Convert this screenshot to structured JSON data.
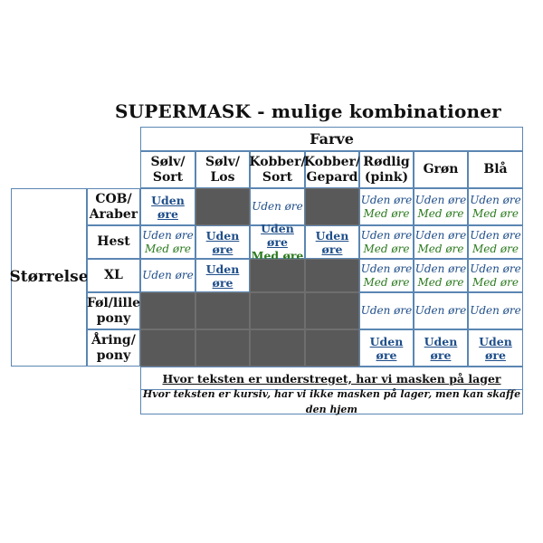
{
  "title": "SUPERMASK - mulige kombinationer",
  "farve_label": "Farve",
  "storrelse_label": "Størrelse",
  "colors": [
    "Sølv/\nSort",
    "Sølv/\nLos",
    "Kobber/\nSort",
    "Kobber/\nGepard",
    "Rødlig\n(pink)",
    "Grøn",
    "Blå"
  ],
  "sizes": [
    "COB/\nAraber",
    "Hest",
    "XL",
    "Føl/lille\npony",
    "Åring/\npony"
  ],
  "legend": {
    "underline": "Hvor teksten er understreget, har vi masken på lager",
    "italic": "Hvor teksten er kursiv, har vi ikke masken på lager, men kan skaffe den hjem"
  },
  "grid": [
    [
      {
        "type": "stock",
        "lines": [
          {
            "text": "Uden øre",
            "color": "blue"
          }
        ]
      },
      {
        "type": "na"
      },
      {
        "type": "order",
        "lines": [
          {
            "text": "Uden øre",
            "color": "blue"
          }
        ]
      },
      {
        "type": "na"
      },
      {
        "type": "order",
        "lines": [
          {
            "text": "Uden øre",
            "color": "blue"
          },
          {
            "text": "Med øre",
            "color": "green"
          }
        ]
      },
      {
        "type": "order",
        "lines": [
          {
            "text": "Uden øre",
            "color": "blue"
          },
          {
            "text": "Med øre",
            "color": "green"
          }
        ]
      },
      {
        "type": "order",
        "lines": [
          {
            "text": "Uden øre",
            "color": "blue"
          },
          {
            "text": "Med øre",
            "color": "green"
          }
        ]
      }
    ],
    [
      {
        "type": "order",
        "lines": [
          {
            "text": "Uden øre",
            "color": "blue"
          },
          {
            "text": "Med øre",
            "color": "green"
          }
        ]
      },
      {
        "type": "stock",
        "lines": [
          {
            "text": "Uden øre",
            "color": "blue"
          }
        ]
      },
      {
        "type": "stock",
        "lines": [
          {
            "text": "Uden øre",
            "color": "blue"
          },
          {
            "text": "Med øre",
            "color": "green"
          }
        ]
      },
      {
        "type": "stock",
        "lines": [
          {
            "text": "Uden øre",
            "color": "blue"
          }
        ]
      },
      {
        "type": "order",
        "lines": [
          {
            "text": "Uden øre",
            "color": "blue"
          },
          {
            "text": "Med øre",
            "color": "green"
          }
        ]
      },
      {
        "type": "order",
        "lines": [
          {
            "text": "Uden øre",
            "color": "blue"
          },
          {
            "text": "Med øre",
            "color": "green"
          }
        ]
      },
      {
        "type": "order",
        "lines": [
          {
            "text": "Uden øre",
            "color": "blue"
          },
          {
            "text": "Med øre",
            "color": "green"
          }
        ]
      }
    ],
    [
      {
        "type": "order",
        "lines": [
          {
            "text": "Uden øre",
            "color": "blue"
          }
        ]
      },
      {
        "type": "stock",
        "lines": [
          {
            "text": "Uden øre",
            "color": "blue"
          }
        ]
      },
      {
        "type": "na"
      },
      {
        "type": "na"
      },
      {
        "type": "order",
        "lines": [
          {
            "text": "Uden øre",
            "color": "blue"
          },
          {
            "text": "Med øre",
            "color": "green"
          }
        ]
      },
      {
        "type": "order",
        "lines": [
          {
            "text": "Uden øre",
            "color": "blue"
          },
          {
            "text": "Med øre",
            "color": "green"
          }
        ]
      },
      {
        "type": "order",
        "lines": [
          {
            "text": "Uden øre",
            "color": "blue"
          },
          {
            "text": "Med øre",
            "color": "green"
          }
        ]
      }
    ],
    [
      {
        "type": "na"
      },
      {
        "type": "na"
      },
      {
        "type": "na"
      },
      {
        "type": "na"
      },
      {
        "type": "order",
        "lines": [
          {
            "text": "Uden øre",
            "color": "blue"
          }
        ]
      },
      {
        "type": "order",
        "lines": [
          {
            "text": "Uden øre",
            "color": "blue"
          }
        ]
      },
      {
        "type": "order",
        "lines": [
          {
            "text": "Uden øre",
            "color": "blue"
          }
        ]
      }
    ],
    [
      {
        "type": "na"
      },
      {
        "type": "na"
      },
      {
        "type": "na"
      },
      {
        "type": "na"
      },
      {
        "type": "stock",
        "lines": [
          {
            "text": "Uden øre",
            "color": "blue"
          }
        ]
      },
      {
        "type": "stock",
        "lines": [
          {
            "text": "Uden øre",
            "color": "blue"
          }
        ]
      },
      {
        "type": "stock",
        "lines": [
          {
            "text": "Uden øre",
            "color": "blue"
          }
        ]
      }
    ]
  ],
  "palette": {
    "border": "#5b86b3",
    "unavailable": "#595959",
    "blue_text": "#1f4e8a",
    "green_text": "#2b7a1e"
  }
}
